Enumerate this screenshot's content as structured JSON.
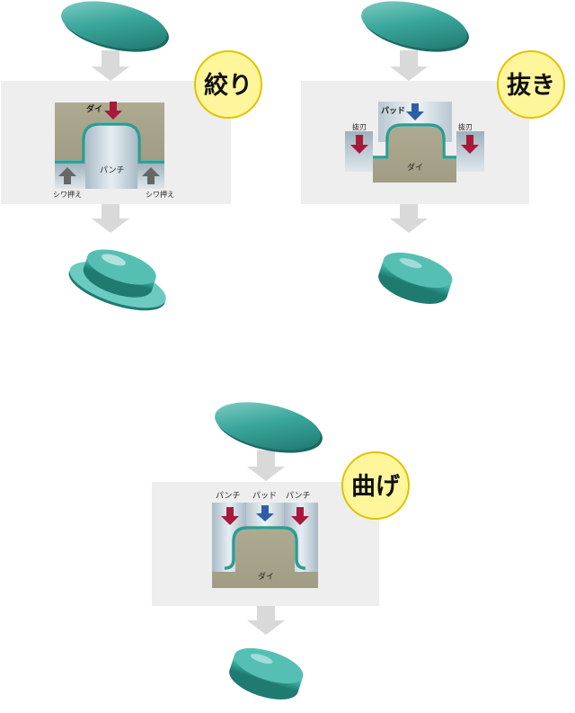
{
  "processes": {
    "drawing": {
      "badge": "絞り",
      "die": "ダイ",
      "punch": "パンチ",
      "blank_holder_left": "シワ押え",
      "blank_holder_right": "シワ押え"
    },
    "blanking": {
      "badge": "抜き",
      "pad": "パッド",
      "cutter_left": "抜刃",
      "cutter_right": "抜刃",
      "die": "ダイ"
    },
    "bending": {
      "badge": "曲げ",
      "punch_left": "パンチ",
      "pad": "パッド",
      "punch_right": "パンチ",
      "die": "ダイ"
    }
  },
  "colors": {
    "blank_light": "#7ec8c0",
    "blank_dark": "#1f7c74",
    "panel": "#eeeeee",
    "flow_arrow": "#d8d8d8",
    "die": "#a9a58d",
    "tool_silver": "#c4d2dc",
    "badge_fill": "#fff59a",
    "badge_stroke": "#e2c200",
    "press_arrow_red": "#a8183a",
    "press_arrow_blue": "#2e5ea8",
    "support_arrow_gray": "#666666"
  }
}
